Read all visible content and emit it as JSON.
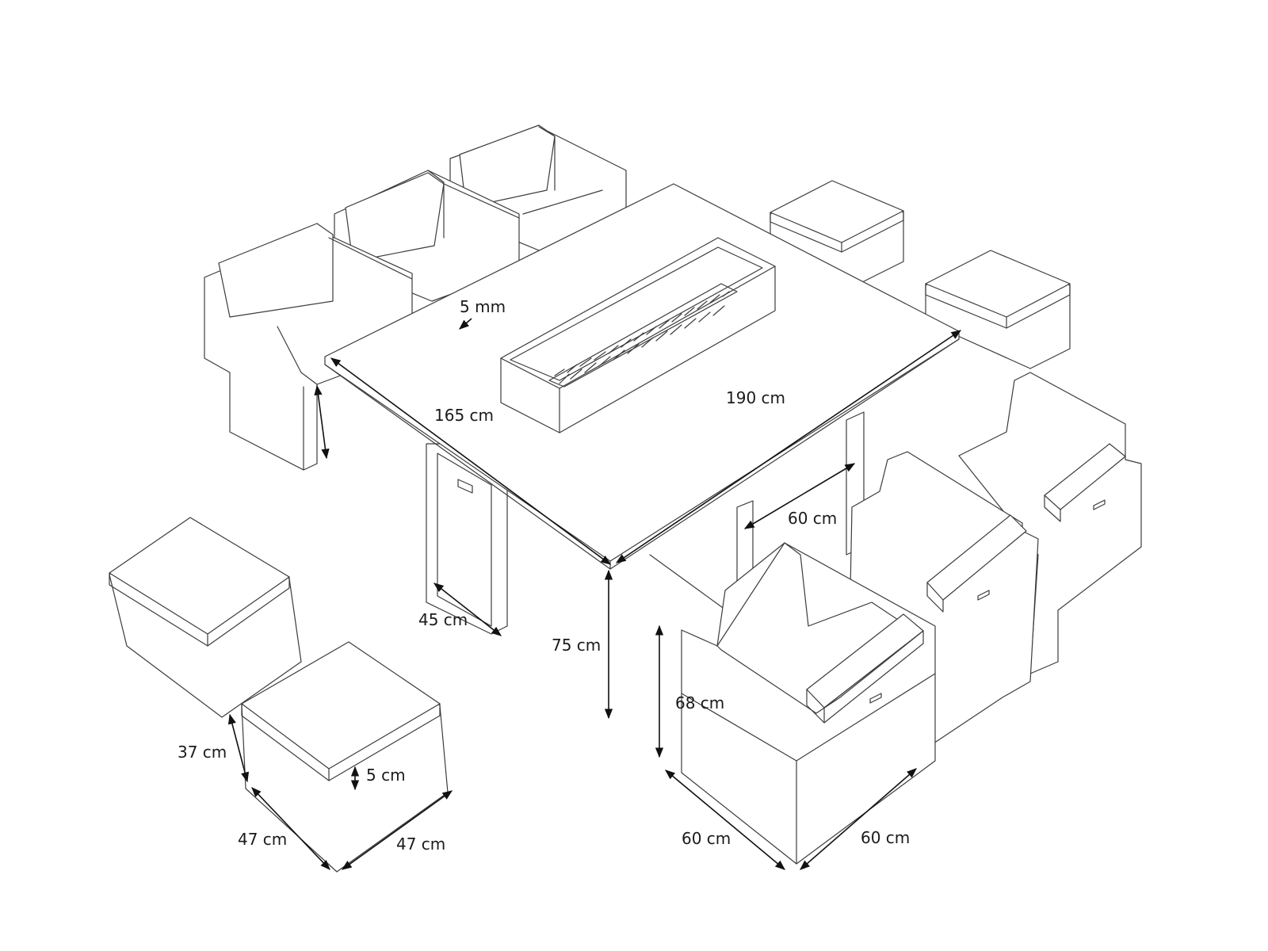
{
  "dimensions": {
    "glass_thickness": "5 mm",
    "table_depth": "165 cm",
    "table_width": "190 cm",
    "leg_width": "60 cm",
    "leg_depth": "45 cm",
    "table_height": "75 cm",
    "chair_height": "68 cm",
    "chair_width": "60 cm",
    "chair_depth": "60 cm",
    "stool_height": "37 cm",
    "cushion_thickness": "5 cm",
    "stool_width": "47 cm",
    "stool_depth": "47 cm"
  }
}
